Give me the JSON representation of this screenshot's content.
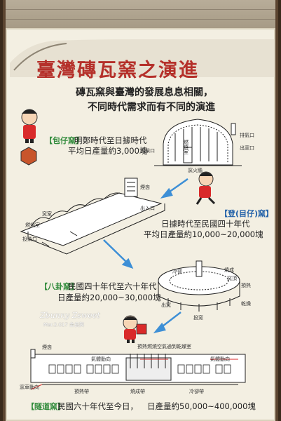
{
  "title": "臺灣磚瓦窯之演進",
  "intro": {
    "line1": "磚瓦窯與臺灣的發展息息相關，",
    "line2": "不同時代需求而有不同的演進"
  },
  "kilns": [
    {
      "name": "【包仔窯】",
      "era": "明鄭時代至日據時代",
      "output": "平均日產量約3,000塊"
    },
    {
      "name": "【登(目仔)窯】",
      "era": "日據時代至民國四十年代",
      "output": "平均日產量約10,000~20,000塊"
    },
    {
      "name": "【八卦窯】",
      "era": "民國四十年代至六十年代",
      "output": "日產量約20,000~30,000塊"
    },
    {
      "name": "【隧道窯】",
      "era": "民國六十年代至今日，",
      "output": "日產量約50,000~400,000塊"
    }
  ],
  "diagram_labels": {
    "kiln1": [
      "排氣口",
      "投柴口",
      "燃燒室",
      "窯火牆",
      "出窯口"
    ],
    "kiln2": [
      "窯室",
      "燃燒室",
      "煙囪",
      "投柴口",
      "出入口"
    ],
    "kiln3": [
      "冷卻",
      "燒成",
      "預熱",
      "乾燥",
      "窯頂",
      "出窯",
      "投窯"
    ],
    "kiln4": [
      "煙囪",
      "預熱燃燒空氣通到乾燥室",
      "氣體動向",
      "窯車動向",
      "預熱帶",
      "燒成帶",
      "冷卻帶"
    ]
  },
  "watermark": {
    "text": "Zbunny Zsweet",
    "sub": "Mar.2.017 金長興"
  },
  "colors": {
    "title_red": "#b5302a",
    "kiln_label_green": "#2f8a3a",
    "arrow_blue": "#3d8fd6"
  }
}
